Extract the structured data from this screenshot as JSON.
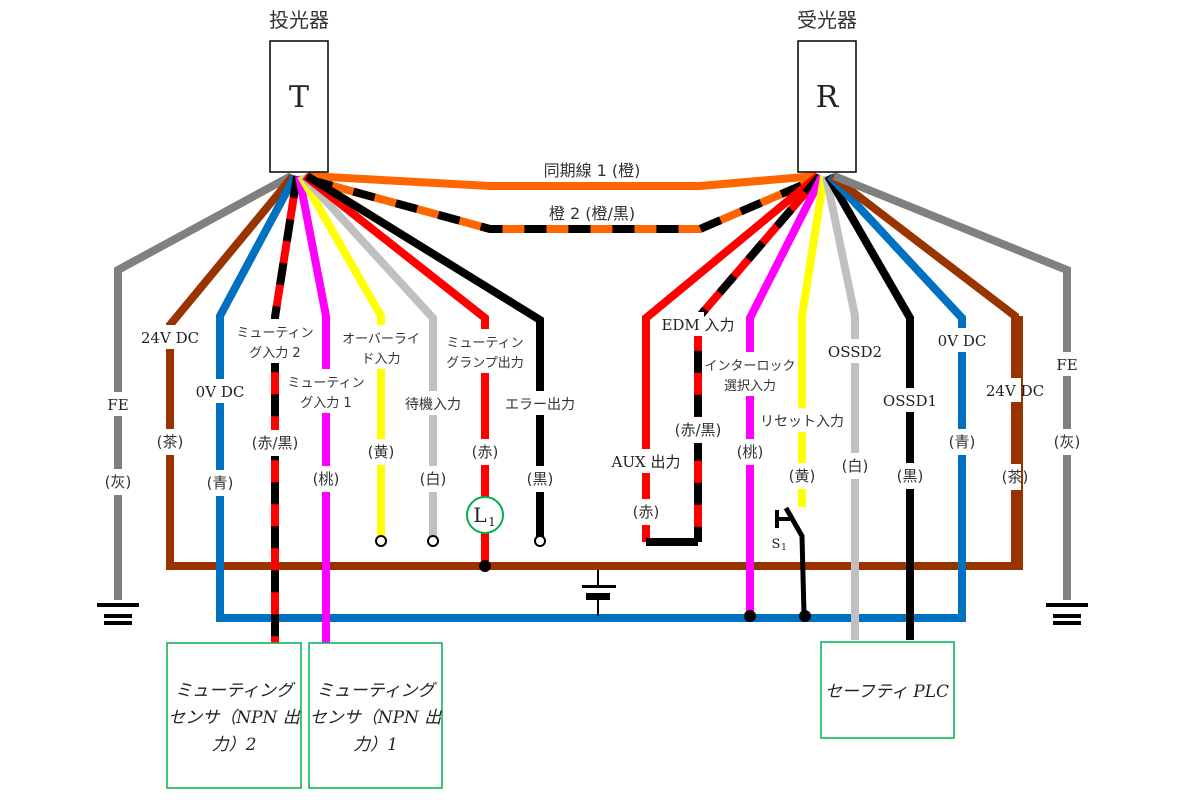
{
  "devices": {
    "emitter": {
      "title": "投光器",
      "letter": "T"
    },
    "receiver": {
      "title": "受光器",
      "letter": "R"
    }
  },
  "sync_wires": {
    "sync1": {
      "label": "同期線 1 (橙)",
      "color": "#ff6600"
    },
    "sync2": {
      "label": "橙 2 (橙/黒)",
      "colors": [
        "#ff6600",
        "#000000"
      ]
    }
  },
  "emitter_wires": [
    {
      "id": "fe",
      "function": "FE",
      "color_label": "(灰)",
      "colors": [
        "#808080"
      ],
      "termination": "ground"
    },
    {
      "id": "24v",
      "function": "24V DC",
      "color_label": "(茶)",
      "colors": [
        "#993300"
      ],
      "termination": "24v-bus"
    },
    {
      "id": "0v",
      "function": "0V DC",
      "color_label": "(青)",
      "colors": [
        "#0070c0"
      ],
      "termination": "0v-bus"
    },
    {
      "id": "muting2",
      "function_lines": [
        "ミューティン",
        "グ入力 2"
      ],
      "color_label": "(赤/黒)",
      "colors": [
        "#ff0000",
        "#000000"
      ],
      "termination": "muting-sensor-2"
    },
    {
      "id": "muting1",
      "function_lines": [
        "ミューティン",
        "グ入力 1"
      ],
      "color_label": "(桃)",
      "colors": [
        "#ff00ff"
      ],
      "termination": "muting-sensor-1"
    },
    {
      "id": "override",
      "function_lines": [
        "オーバーライ",
        "ド入力"
      ],
      "color_label": "(黄)",
      "colors": [
        "#ffff00"
      ],
      "termination": "open"
    },
    {
      "id": "standby",
      "function": "待機入力",
      "color_label": "(白)",
      "colors": [
        "#c0c0c0"
      ],
      "termination": "open"
    },
    {
      "id": "lamp",
      "function_lines": [
        "ミューティン",
        "グランプ出力"
      ],
      "color_label": "(赤)",
      "colors": [
        "#ff0000"
      ],
      "termination": "lamp-L1"
    },
    {
      "id": "error",
      "function": "エラー出力",
      "color_label": "(黒)",
      "colors": [
        "#000000"
      ],
      "termination": "open"
    }
  ],
  "receiver_wires": [
    {
      "id": "aux",
      "function": "AUX 出力",
      "color_label": "(赤)",
      "colors": [
        "#ff0000"
      ],
      "termination": "edm-loop"
    },
    {
      "id": "edm",
      "function": "EDM 入力",
      "color_label": "(赤/黒)",
      "colors": [
        "#ff0000",
        "#000000"
      ],
      "termination": "edm-loop"
    },
    {
      "id": "interlock",
      "function_lines": [
        "インターロック",
        "選択入力"
      ],
      "color_label": "(桃)",
      "colors": [
        "#ff00ff"
      ],
      "termination": "0v-bus"
    },
    {
      "id": "reset",
      "function": "リセット入力",
      "color_label": "(黄)",
      "colors": [
        "#ffff00"
      ],
      "termination": "switch-S1"
    },
    {
      "id": "ossd2",
      "function": "OSSD2",
      "color_label": "(白)",
      "colors": [
        "#c0c0c0"
      ],
      "termination": "safety-plc"
    },
    {
      "id": "ossd1",
      "function": "OSSD1",
      "color_label": "(黒)",
      "colors": [
        "#000000"
      ],
      "termination": "safety-plc"
    },
    {
      "id": "0v",
      "function": "0V DC",
      "color_label": "(青)",
      "colors": [
        "#0070c0"
      ],
      "termination": "0v-bus"
    },
    {
      "id": "24v",
      "function": "24V DC",
      "color_label": "(茶)",
      "colors": [
        "#993300"
      ],
      "termination": "24v-bus"
    },
    {
      "id": "fe",
      "function": "FE",
      "color_label": "(灰)",
      "colors": [
        "#808080"
      ],
      "termination": "ground"
    }
  ],
  "components": {
    "lamp": {
      "symbol": "L",
      "subscript": "1",
      "color": "#00b050"
    },
    "switch": {
      "symbol": "S",
      "subscript": "1"
    },
    "muting_sensor_2": {
      "lines": [
        "ミューティング",
        "センサ（NPN 出",
        "力）2"
      ]
    },
    "muting_sensor_1": {
      "lines": [
        "ミューティング",
        "センサ（NPN 出",
        "力）1"
      ]
    },
    "safety_plc": {
      "label": "セーフティ PLC"
    },
    "box_border_color": "#00b050"
  },
  "buses": {
    "supply_24v_color": "#993300",
    "supply_0v_color": "#0070c0"
  }
}
